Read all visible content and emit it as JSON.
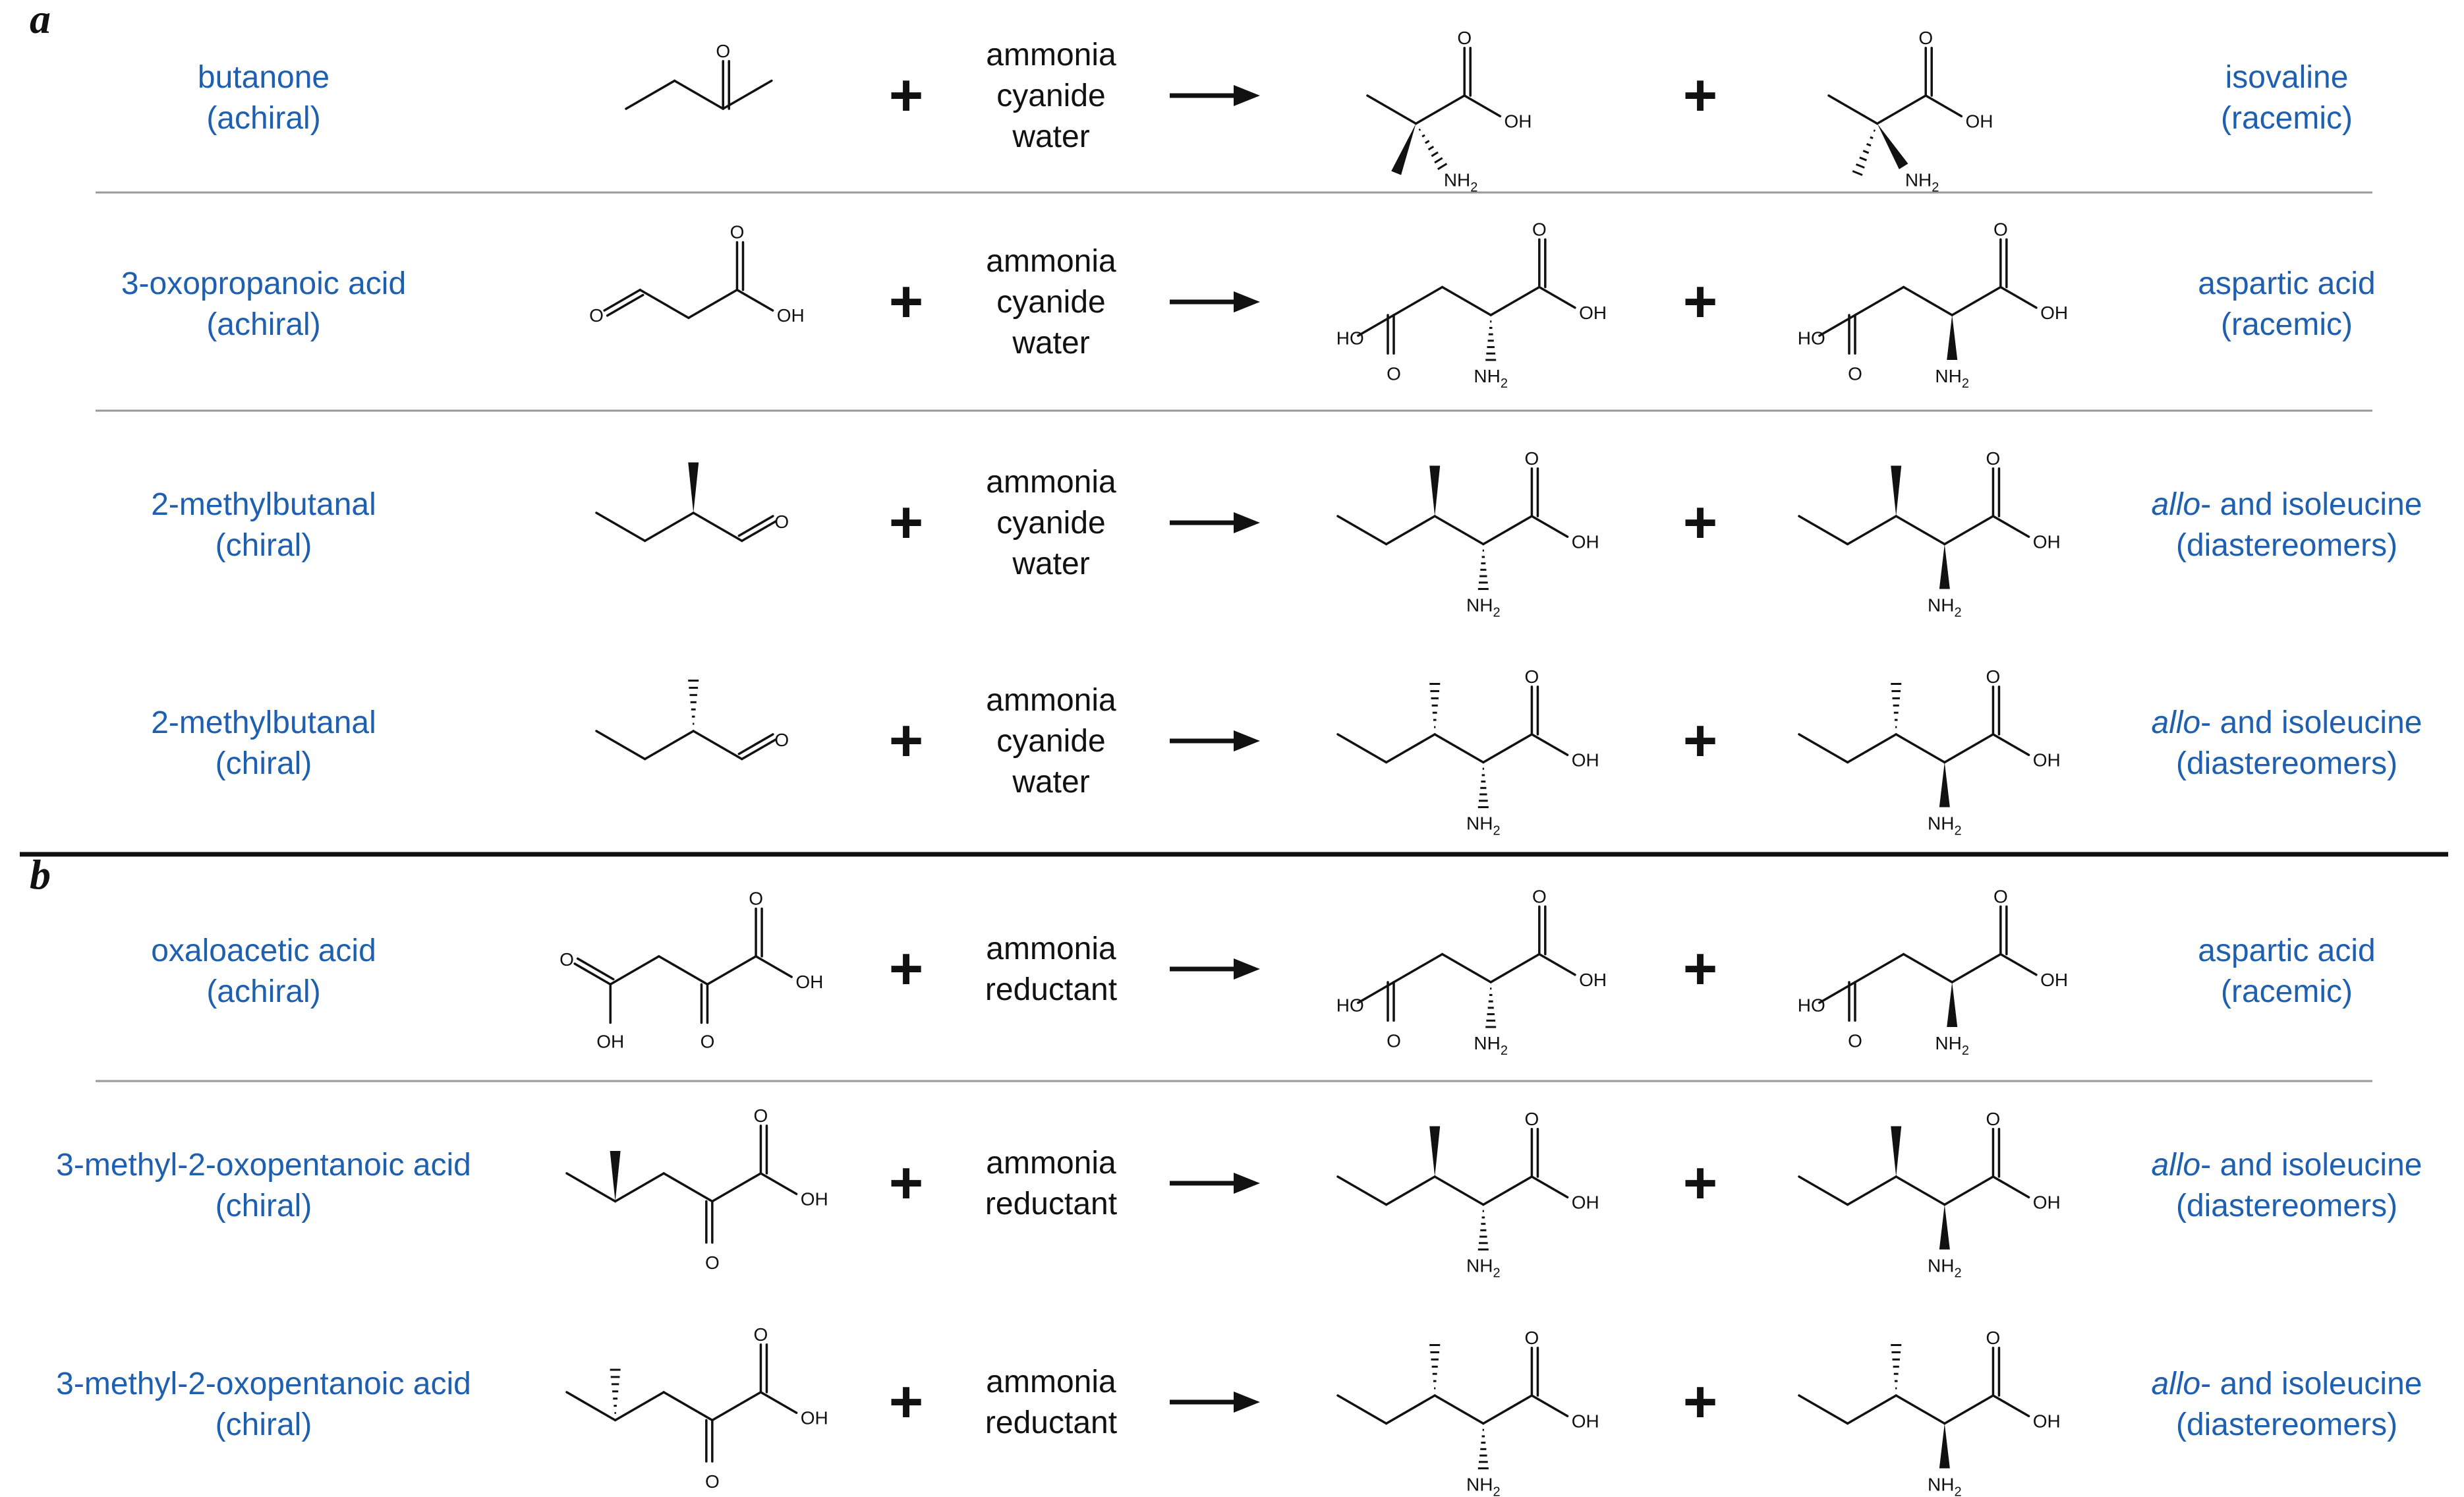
{
  "panels": [
    {
      "letter": "a",
      "rows": [
        {
          "substrate_name": "butanone",
          "substrate_note": "(achiral)",
          "substrate_mol": "butanone",
          "reagents": [
            "ammonia",
            "cyanide",
            "water"
          ],
          "product1_mol": "isovaline_a",
          "product2_mol": "isovaline_b",
          "product_name": "isovaline",
          "product_name_italic": "",
          "product_note": "(racemic)"
        },
        {
          "substrate_name": "3-oxopropanoic acid",
          "substrate_note": "(achiral)",
          "substrate_mol": "oxopropanoic",
          "reagents": [
            "ammonia",
            "cyanide",
            "water"
          ],
          "product1_mol": "asp_d",
          "product2_mol": "asp_l",
          "product_name": "aspartic acid",
          "product_name_italic": "",
          "product_note": "(racemic)"
        },
        {
          "substrate_name": "2-methylbutanal",
          "substrate_note": "(chiral)",
          "substrate_mol": "mba_wedge",
          "reagents": [
            "ammonia",
            "cyanide",
            "water"
          ],
          "product1_mol": "ile_wedge_d",
          "product2_mol": "ile_wedge_l",
          "product_name": "- and isoleucine",
          "product_name_italic": "allo",
          "product_note": "(diastereomers)"
        },
        {
          "substrate_name": "2-methylbutanal",
          "substrate_note": "(chiral)",
          "substrate_mol": "mba_hash",
          "reagents": [
            "ammonia",
            "cyanide",
            "water"
          ],
          "product1_mol": "ile_hash_d",
          "product2_mol": "ile_hash_l",
          "product_name": "- and isoleucine",
          "product_name_italic": "allo",
          "product_note": "(diastereomers)"
        }
      ]
    },
    {
      "letter": "b",
      "rows": [
        {
          "substrate_name": "oxaloacetic acid",
          "substrate_note": "(achiral)",
          "substrate_mol": "oxaloacetic",
          "reagents": [
            "ammonia",
            "reductant"
          ],
          "product1_mol": "asp_d",
          "product2_mol": "asp_l",
          "product_name": "aspartic acid",
          "product_name_italic": "",
          "product_note": "(racemic)"
        },
        {
          "substrate_name": "3-methyl-2-oxopentanoic acid",
          "substrate_note": "(chiral)",
          "substrate_mol": "keto_wedge",
          "reagents": [
            "ammonia",
            "reductant"
          ],
          "product1_mol": "ile_wedge_d",
          "product2_mol": "ile_wedge_l",
          "product_name": "- and isoleucine",
          "product_name_italic": "allo",
          "product_note": "(diastereomers)"
        },
        {
          "substrate_name": "3-methyl-2-oxopentanoic acid",
          "substrate_note": "(chiral)",
          "substrate_mol": "keto_hash",
          "reagents": [
            "ammonia",
            "reductant"
          ],
          "product1_mol": "ile_hash_d",
          "product2_mol": "ile_hash_l",
          "product_name": "- and isoleucine",
          "product_name_italic": "allo",
          "product_note": "(diastereomers)"
        }
      ]
    }
  ],
  "symbols": {
    "plus": "+"
  },
  "atoms": {
    "O": "O",
    "OH": "OH",
    "HO": "HO",
    "NH": "NH",
    "sub2": "2"
  },
  "colors": {
    "label": "#1f5fb0",
    "text": "#111111",
    "divider": "#999999",
    "panel_rule": "#111111"
  }
}
